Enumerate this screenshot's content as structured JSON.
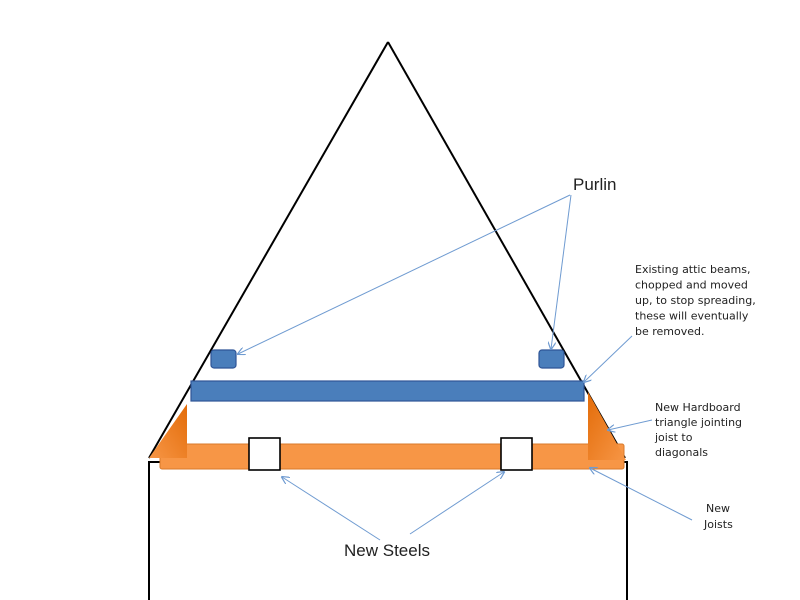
{
  "labels": {
    "purlin": "Purlin",
    "new_steels": "New Steels",
    "attic_beams": [
      "Existing attic beams,",
      "chopped and moved",
      "up, to stop spreading,",
      "these will eventually",
      "be removed."
    ],
    "hardboard": [
      "New Hardboard",
      "triangle jointing",
      "joist to",
      "diagonals"
    ],
    "joists": [
      "New",
      "Joists"
    ]
  },
  "colors": {
    "outline": "#000000",
    "blue_fill": "#4a7ebb",
    "blue_stroke": "#2f5597",
    "orange_fill": "#f79646",
    "orange_dark": "#e36c09",
    "orange_stroke": "#d97a2b",
    "arrow": "#6f9bd1",
    "steel_fill": "#ffffff"
  }
}
